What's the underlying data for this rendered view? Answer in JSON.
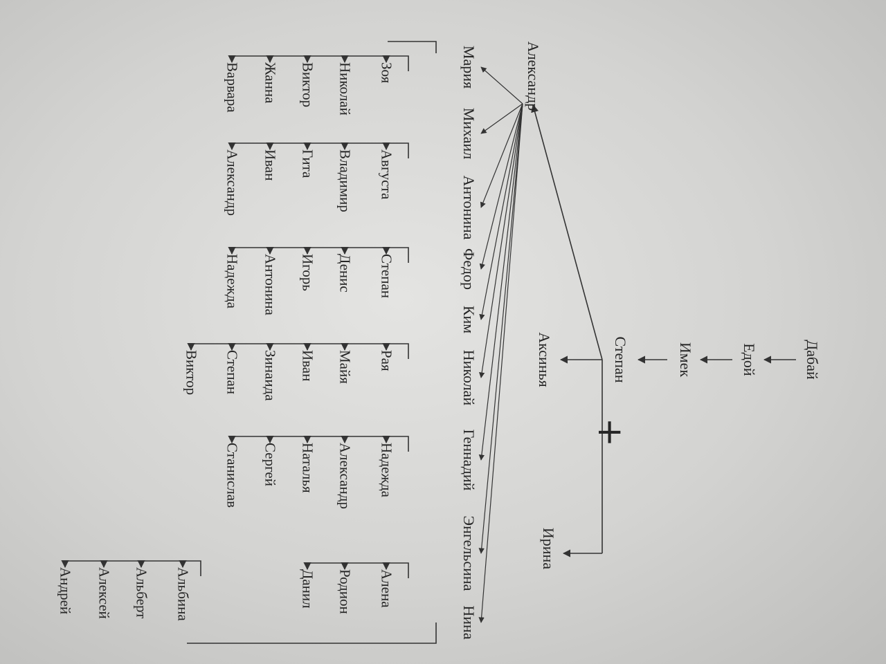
{
  "ancestors": [
    "Дабай",
    "Едой",
    "Имек",
    "Степан"
  ],
  "children_of_stepan": [
    "Аксинья",
    "Ирина"
  ],
  "root": "Александр",
  "children": [
    "Мария",
    "Михаил",
    "Антонина",
    "Федор",
    "Ким",
    "Николай",
    "Геннадий",
    "Энгельсина",
    "Нина"
  ],
  "grandchildren": {
    "maria": [
      "Зоя",
      "Николай",
      "Виктор",
      "Жанна",
      "Варвара"
    ],
    "mikhail": [
      "Августа",
      "Владимир",
      "Гита",
      "Иван",
      "Александр"
    ],
    "fedor": [
      "Степан",
      "Денис",
      "Игорь",
      "Антонина",
      "Надежда"
    ],
    "kim": [
      "Рая",
      "Майя",
      "Иван",
      "Зинаида",
      "Степан",
      "Виктор"
    ],
    "gennadiy": [
      "Надежда",
      "Александр",
      "Наталья",
      "Сергей",
      "Станислав"
    ],
    "engelsina": [
      "Алена",
      "Родион",
      "Данил"
    ],
    "nina": [
      "Альбина",
      "Альберт",
      "Алексей",
      "Андрей"
    ]
  },
  "mark": "+",
  "colors": {
    "ink": "#262626",
    "line": "#333333",
    "paper": "#dededc"
  }
}
